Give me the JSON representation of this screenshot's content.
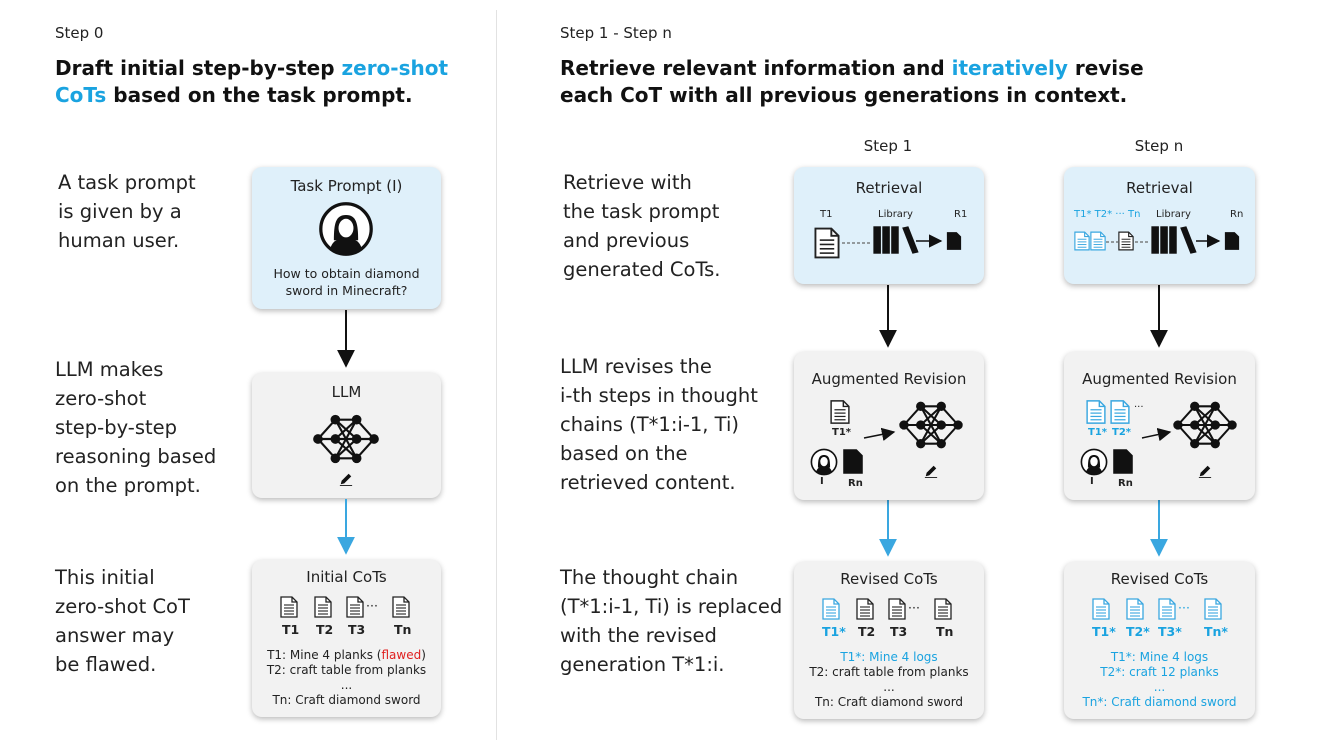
{
  "left": {
    "step_label": "Step 0",
    "headline_pre": "Draft initial step-by-step ",
    "headline_hl": "zero-shot CoTs",
    "headline_post": " based on the task prompt.",
    "desc1": [
      "A task prompt",
      "is given by a",
      "human user."
    ],
    "desc2": [
      "LLM makes",
      "zero-shot",
      "step-by-step",
      "reasoning based",
      "on the prompt."
    ],
    "desc3": [
      "This initial",
      "zero-shot CoT",
      "answer may",
      "be flawed."
    ],
    "task_box": {
      "title": "Task Prompt (I)",
      "question": [
        "How to obtain diamond",
        "sword in Minecraft?"
      ]
    },
    "llm_box": {
      "title": "LLM"
    },
    "initial_box": {
      "title": "Initial CoTs",
      "labels": [
        "T1",
        "T2",
        "T3",
        "Tn"
      ],
      "ellipsis": "···",
      "line1_pre": "T1: Mine 4 planks (",
      "line1_flag": "flawed",
      "line1_post": ")",
      "line2": "T2: craft table from planks",
      "dots": "...",
      "line3": "Tn: Craft diamond sword"
    }
  },
  "right": {
    "step_label": "Step 1 - Step n",
    "headline_pre": "Retrieve relevant information and ",
    "headline_hl": "iteratively",
    "headline_post": " revise each CoT with all previous generations in context.",
    "col1_title": "Step 1",
    "coln_title": "Step n",
    "desc1": [
      "Retrieve with",
      "the task prompt",
      "and previous",
      "generated CoTs."
    ],
    "desc2": [
      "LLM revises the",
      "i-th steps in thought",
      "chains (T*1:i-1, Ti)",
      "based on the",
      "retrieved content."
    ],
    "desc3": [
      "The thought chain",
      "(T*1:i-1, Ti) is replaced",
      "with the revised",
      "generation T*1:i."
    ],
    "retrieval": {
      "title": "Retrieval",
      "library": "Library",
      "col1_doc": "T1",
      "col1_out": "R1",
      "coln_docs": "T1* T2* ··· Tn",
      "coln_out": "Rn"
    },
    "augmented": {
      "title": "Augmented Revision",
      "col1_doc": "T1*",
      "coln_docs": [
        "T1*",
        "T2*"
      ],
      "user": "I",
      "retrieved": "Rn",
      "ellipsis": "···"
    },
    "revised": {
      "title": "Revised CoTs",
      "col1_labels": [
        "T1*",
        "T2",
        "T3",
        "Tn"
      ],
      "coln_labels": [
        "T1*",
        "T2*",
        "T3*",
        "Tn*"
      ],
      "ellipsis": "···",
      "col1_line1": "T1*: Mine 4 logs",
      "col1_line2": "T2: craft table from planks",
      "col1_line3": "Tn: Craft diamond sword",
      "coln_line1": "T1*: Mine 4 logs",
      "coln_line2": "T2*: craft 12 planks",
      "coln_line3": "Tn*: Craft diamond sword",
      "dots": "..."
    }
  },
  "colors": {
    "accent": "#1aa3e0",
    "flaw": "#e02020",
    "blue_box": "#dff0fa",
    "grey_box": "#f2f2f2"
  }
}
